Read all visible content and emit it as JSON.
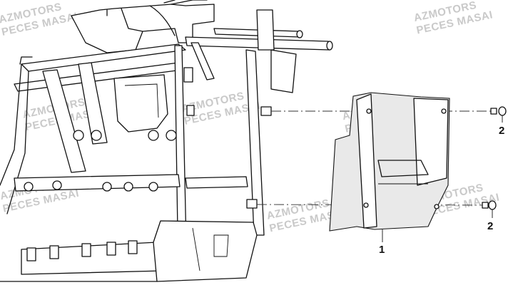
{
  "watermark": {
    "line1": "AZMOTORS",
    "line2": "PECES MASAI",
    "color": "#c9c9c9"
  },
  "callouts": {
    "part1": "1",
    "part2_upper": "2",
    "part2_lower": "2"
  },
  "colors": {
    "ink": "#111111",
    "background": "#ffffff"
  }
}
